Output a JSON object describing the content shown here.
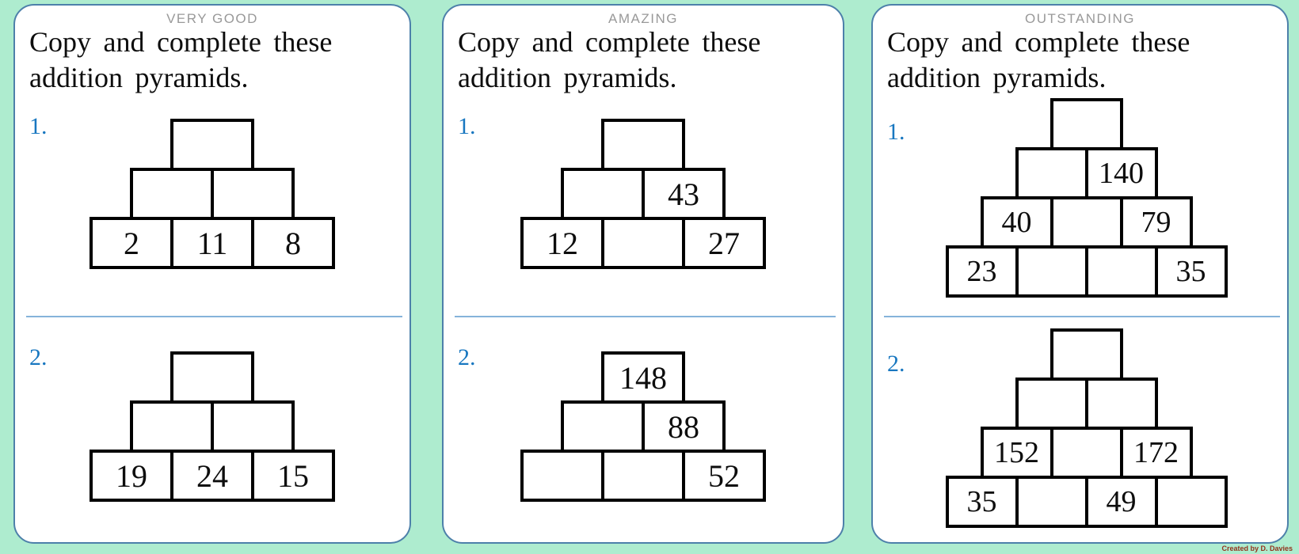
{
  "page": {
    "credit": "Created by D. Davies",
    "colors": {
      "background_green": "#aeeccf",
      "card_border_blue": "#4d80aa",
      "label_blue": "#1877c0",
      "divider_blue": "#85b3da",
      "title_gray": "#999999",
      "box_border_black": "#000000",
      "credit_red": "#93321c"
    }
  },
  "panels": [
    {
      "title": "VERY GOOD",
      "instruction_line1": "Copy and complete these",
      "instruction_line2": "addition pyramids.",
      "puzzles": [
        {
          "label": "1.",
          "rows": [
            [
              ""
            ],
            [
              "",
              ""
            ],
            [
              "2",
              "11",
              "8"
            ]
          ]
        },
        {
          "label": "2.",
          "rows": [
            [
              ""
            ],
            [
              "",
              ""
            ],
            [
              "19",
              "24",
              "15"
            ]
          ]
        }
      ]
    },
    {
      "title": "AMAZING",
      "instruction_line1": "Copy and complete these",
      "instruction_line2": "addition pyramids.",
      "puzzles": [
        {
          "label": "1.",
          "rows": [
            [
              ""
            ],
            [
              "",
              "43"
            ],
            [
              "12",
              "",
              "27"
            ]
          ]
        },
        {
          "label": "2.",
          "rows": [
            [
              "148"
            ],
            [
              "",
              "88"
            ],
            [
              "",
              "",
              "52"
            ]
          ]
        }
      ]
    },
    {
      "title": "OUTSTANDING",
      "instruction_line1": "Copy and complete these",
      "instruction_line2": "addition pyramids.",
      "puzzles": [
        {
          "label": "1.",
          "rows": [
            [
              ""
            ],
            [
              "",
              "140"
            ],
            [
              "40",
              "",
              "79"
            ],
            [
              "23",
              "",
              "",
              "35"
            ]
          ]
        },
        {
          "label": "2.",
          "rows": [
            [
              ""
            ],
            [
              "",
              ""
            ],
            [
              "152",
              "",
              "172"
            ],
            [
              "35",
              "",
              "49",
              ""
            ]
          ]
        }
      ]
    }
  ]
}
